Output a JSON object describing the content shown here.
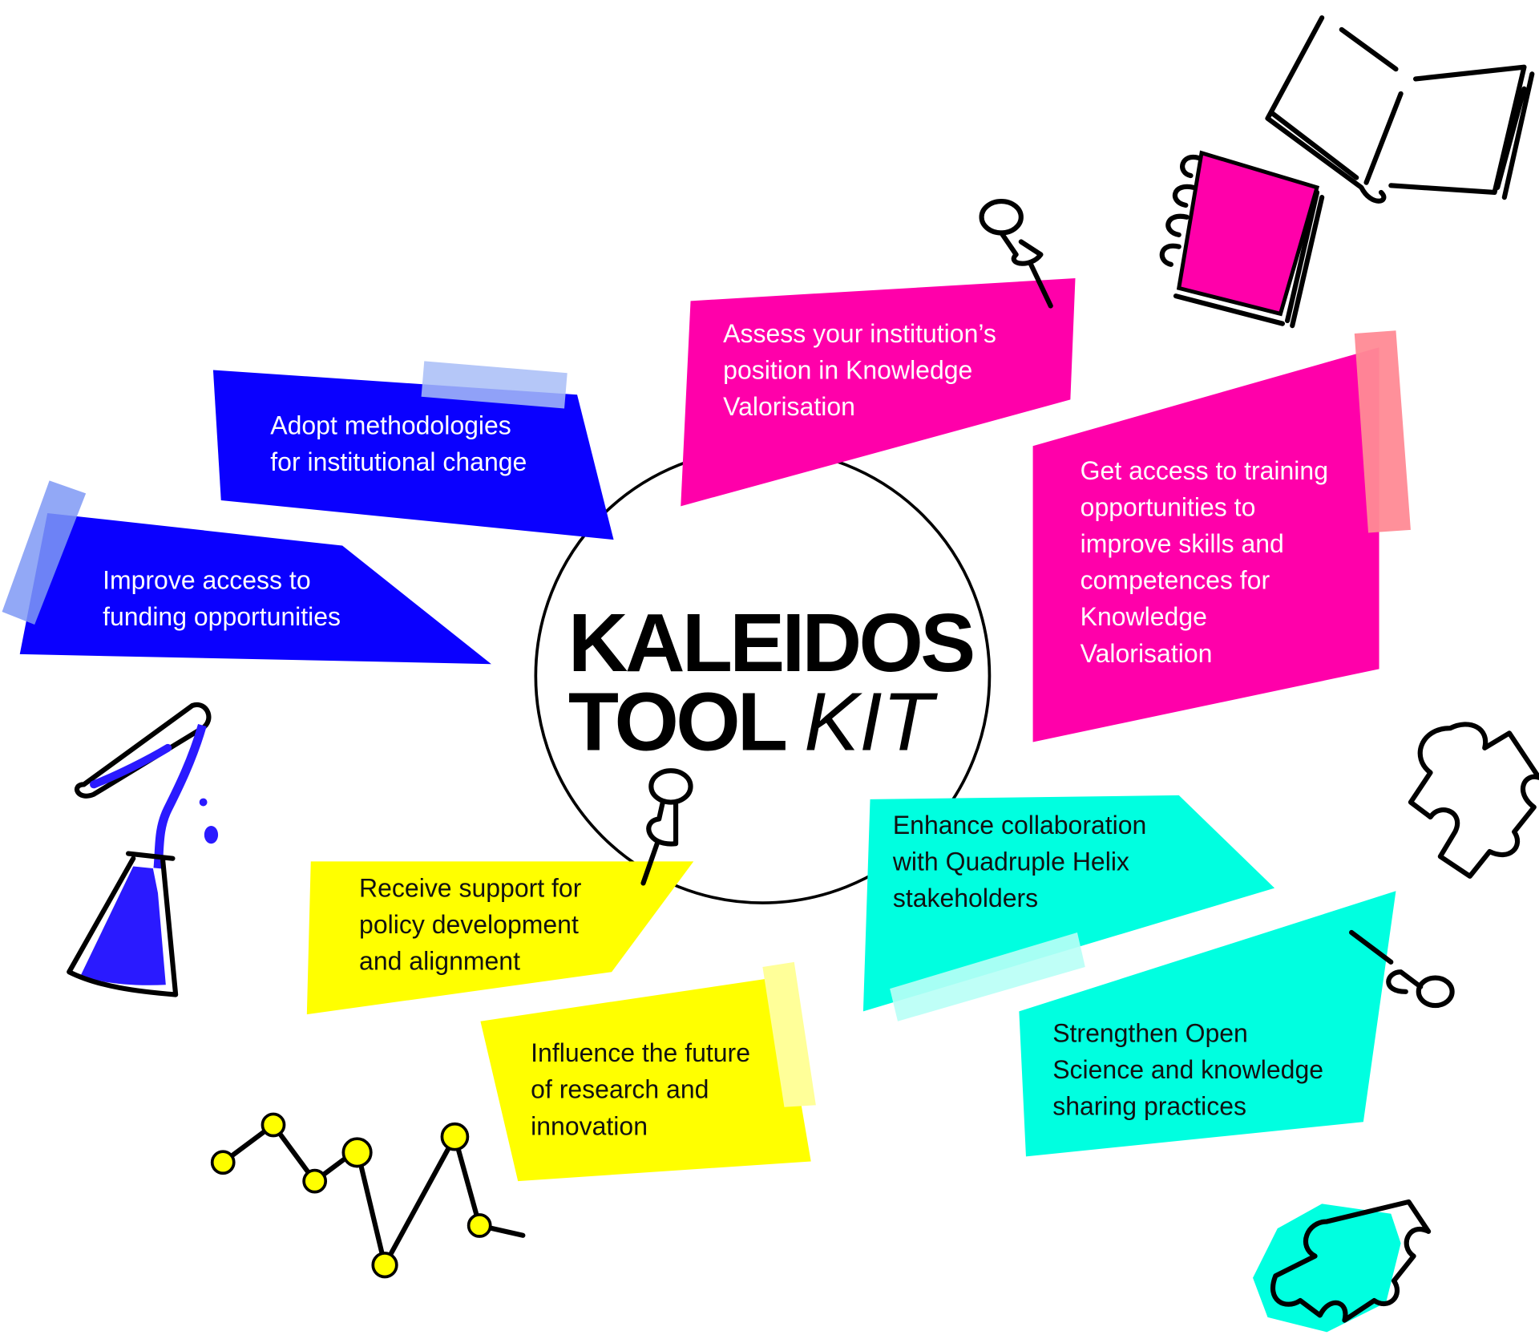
{
  "title": {
    "line1": "KALEIDOS",
    "line2_bold": "TOOL",
    "line2_italic": "KIT"
  },
  "colors": {
    "blue": "#0a00ff",
    "magenta": "#ff00aa",
    "cyan": "#00ffe0",
    "yellow": "#ffff00"
  },
  "cards": [
    {
      "id": "adopt",
      "color": "blue",
      "lines": [
        "Adopt methodologies",
        "for institutional change"
      ]
    },
    {
      "id": "improve",
      "color": "blue",
      "lines": [
        "Improve access to",
        "funding opportunities"
      ]
    },
    {
      "id": "assess",
      "color": "magenta",
      "lines": [
        "Assess your institution’s",
        "position in Knowledge",
        "Valorisation"
      ]
    },
    {
      "id": "training",
      "color": "magenta",
      "lines": [
        "Get access to training",
        "opportunities to",
        "improve skills and",
        "competences for",
        "Knowledge",
        "Valorisation"
      ]
    },
    {
      "id": "collaboration",
      "color": "cyan",
      "lines": [
        "Enhance collaboration",
        "with Quadruple Helix",
        "stakeholders"
      ]
    },
    {
      "id": "open-science",
      "color": "cyan",
      "lines": [
        "Strengthen Open",
        "Science and knowledge",
        "sharing practices"
      ]
    },
    {
      "id": "policy",
      "color": "yellow",
      "lines": [
        "Receive support for",
        "policy development",
        "and alignment"
      ]
    },
    {
      "id": "influence",
      "color": "yellow",
      "lines": [
        "Influence the future",
        "of research and",
        "innovation"
      ]
    }
  ],
  "icons": [
    "pushpin-icon",
    "notebook-icon",
    "open-book-icon",
    "puzzle-piece-icon",
    "flask-icon",
    "line-chart-icon"
  ]
}
